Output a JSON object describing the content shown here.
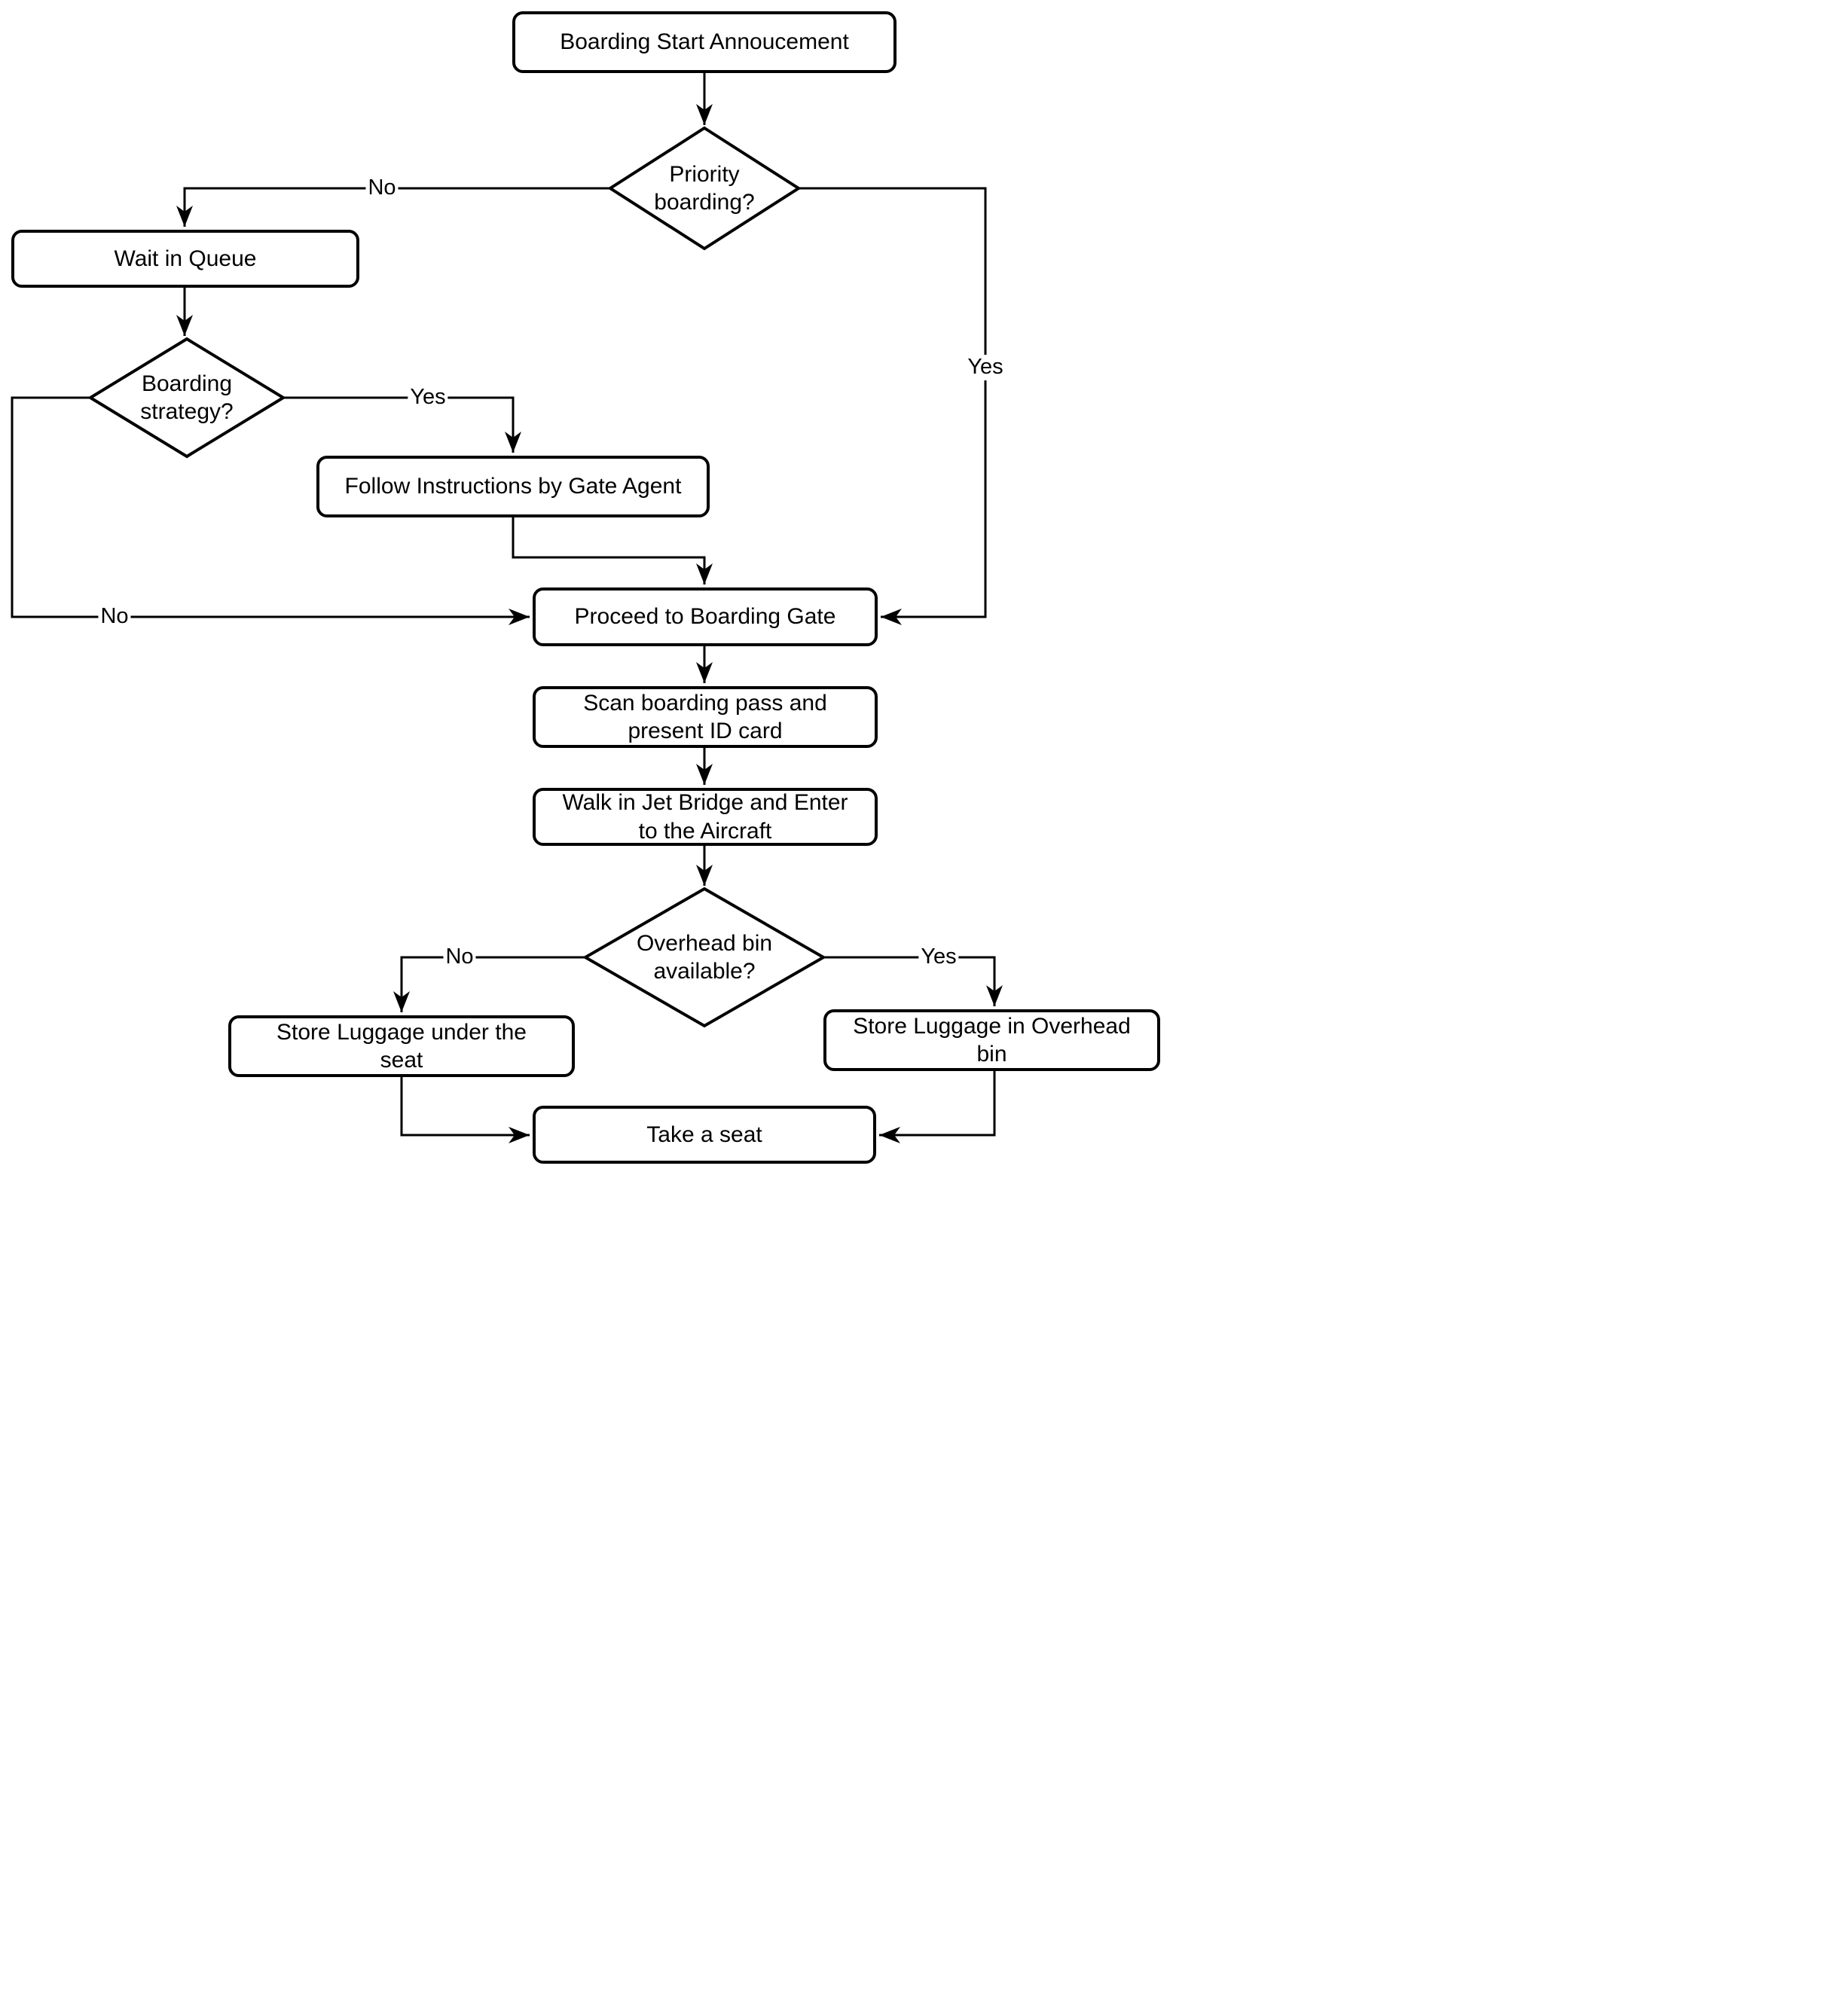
{
  "flowchart": {
    "colors": {
      "background": "#ffffff",
      "stroke": "#000000",
      "text": "#000000"
    },
    "nodes": {
      "start": {
        "type": "process",
        "label": "Boarding Start Annoucement"
      },
      "priority": {
        "type": "decision",
        "label": [
          "Priority",
          "boarding?"
        ]
      },
      "wait": {
        "type": "process",
        "label": "Wait in Queue"
      },
      "strategy": {
        "type": "decision",
        "label": [
          "Boarding",
          "strategy?"
        ]
      },
      "follow": {
        "type": "process",
        "label": "Follow Instructions by Gate Agent"
      },
      "proceed": {
        "type": "process",
        "label": "Proceed to Boarding Gate"
      },
      "scan": {
        "type": "process",
        "label": [
          "Scan boarding pass and",
          "present ID card"
        ]
      },
      "walk": {
        "type": "process",
        "label": [
          "Walk in Jet Bridge and Enter",
          "to the Aircraft"
        ]
      },
      "store_under": {
        "type": "process",
        "label": [
          "Store Luggage under the",
          "seat"
        ]
      },
      "store_overhead": {
        "type": "process",
        "label": [
          "Store Luggage in Overhead",
          "bin"
        ]
      },
      "seat": {
        "type": "process",
        "label": "Take a seat"
      }
    },
    "edges": [
      {
        "from": "start",
        "to": "priority",
        "label": ""
      },
      {
        "from": "priority",
        "to": "wait",
        "label": "No"
      },
      {
        "from": "priority",
        "to": "proceed",
        "label": "Yes"
      },
      {
        "from": "wait",
        "to": "strategy",
        "label": ""
      },
      {
        "from": "strategy",
        "to": "follow",
        "label": "Yes"
      },
      {
        "from": "strategy",
        "to": "proceed",
        "label": "No"
      },
      {
        "from": "follow",
        "to": "proceed",
        "label": ""
      },
      {
        "from": "proceed",
        "to": "scan",
        "label": ""
      },
      {
        "from": "scan",
        "to": "walk",
        "label": ""
      },
      {
        "from": "walk",
        "to": "overhead",
        "label": ""
      },
      {
        "from": "overhead",
        "to": "store_under",
        "label": "No"
      },
      {
        "from": "overhead",
        "to": "store_overhead",
        "label": "Yes"
      },
      {
        "from": "store_under",
        "to": "seat",
        "label": ""
      },
      {
        "from": "store_overhead",
        "to": "seat",
        "label": ""
      }
    ]
  }
}
